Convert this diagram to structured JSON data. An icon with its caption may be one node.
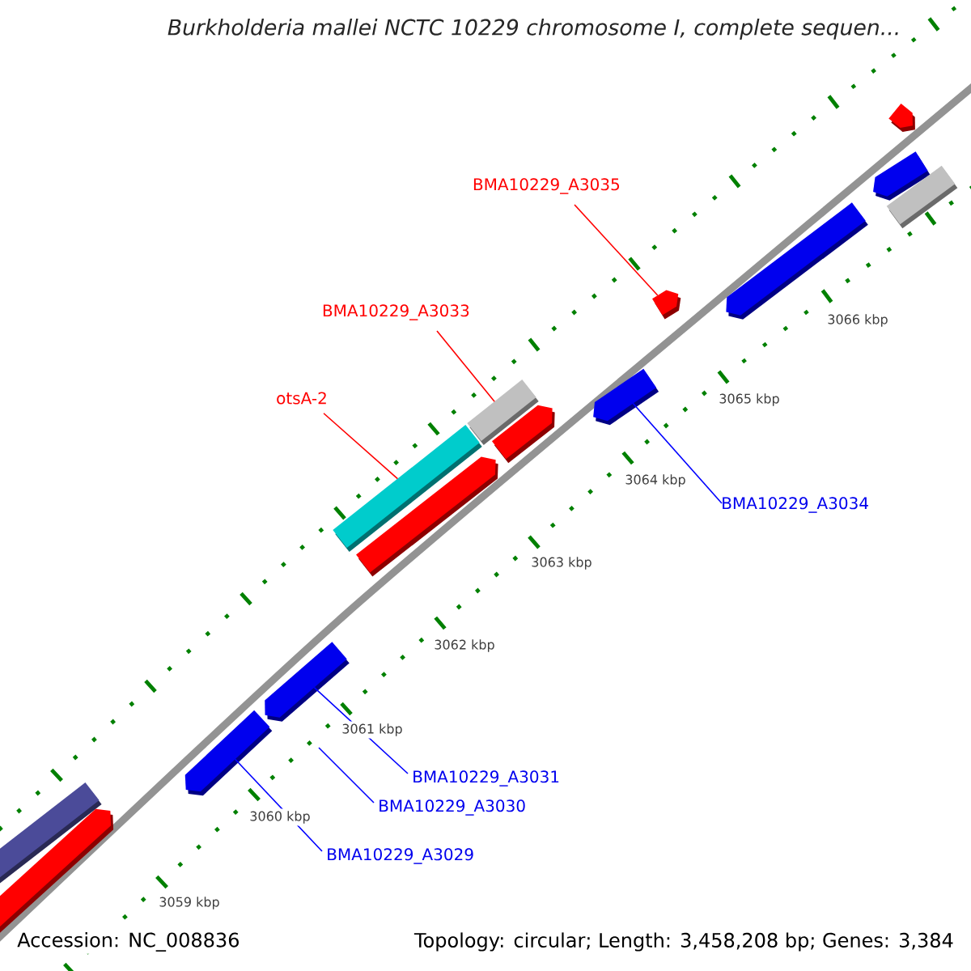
{
  "diagram": {
    "title": "Burkholderia mallei NCTC 10229 chromosome I, complete sequen...",
    "nodes": [
      {
        "text": [
          "BMA10229_A3035"
        ]
      },
      {
        "text": [],
        "shape": "arrow"
      },
      {
        "text": [
          "BMA10229_A3033"
        ]
      },
      {
        "text": [],
        "shape": "bar"
      },
      {
        "text": [
          "otsA-2"
        ]
      },
      {
        "text": [],
        "shape": "bar"
      },
      {
        "text": [],
        "shape": "arrow"
      },
      {
        "text": [
          "BMA10229_A3034"
        ]
      },
      {
        "text": [],
        "shape": "arrow"
      },
      {
        "text": [
          "BMA10229_A3031"
        ]
      },
      {
        "text": [
          "BMA10229_A3030"
        ]
      },
      {
        "text": [],
        "shape": "arrow"
      },
      {
        "text": [
          "BMA10229_A3029"
        ]
      },
      {
        "text": [],
        "shape": "bar"
      },
      {
        "text": [],
        "shape": "arrow"
      },
      {
        "text": [],
        "shape": "arrow"
      },
      {
        "text": [],
        "shape": "arrow"
      },
      {
        "text": [],
        "shape": "arrow"
      },
      {
        "text": [],
        "shape": "arrow"
      },
      {
        "text": [],
        "shape": "arrow"
      },
      {
        "text": [],
        "shape": "bar"
      }
    ],
    "edges": [
      {
        "from": 0,
        "to": 1,
        "arrow": "none",
        "color": "#ff0000"
      },
      {
        "from": 2,
        "to": 3,
        "arrow": "none",
        "color": "#ff0000"
      },
      {
        "from": 4,
        "to": 5,
        "arrow": "none",
        "color": "#ff0000"
      },
      {
        "from": 7,
        "to": 6,
        "arrow": "none"
      },
      {
        "from": 9,
        "to": 8,
        "arrow": "none"
      },
      {
        "from": 10,
        "to": null,
        "arrow": "none"
      },
      {
        "from": 12,
        "to": 11,
        "arrow": "none"
      }
    ],
    "labels": [
      "3066 kbp",
      "3065 kbp",
      "3064 kbp",
      "3063 kbp",
      "3062 kbp",
      "3061 kbp",
      "3060 kbp",
      "3059 kbp",
      "Accession: NC_008836",
      "Topology: circular; Length: 3,458,208 bp; Genes: 3,384"
    ]
  }
}
